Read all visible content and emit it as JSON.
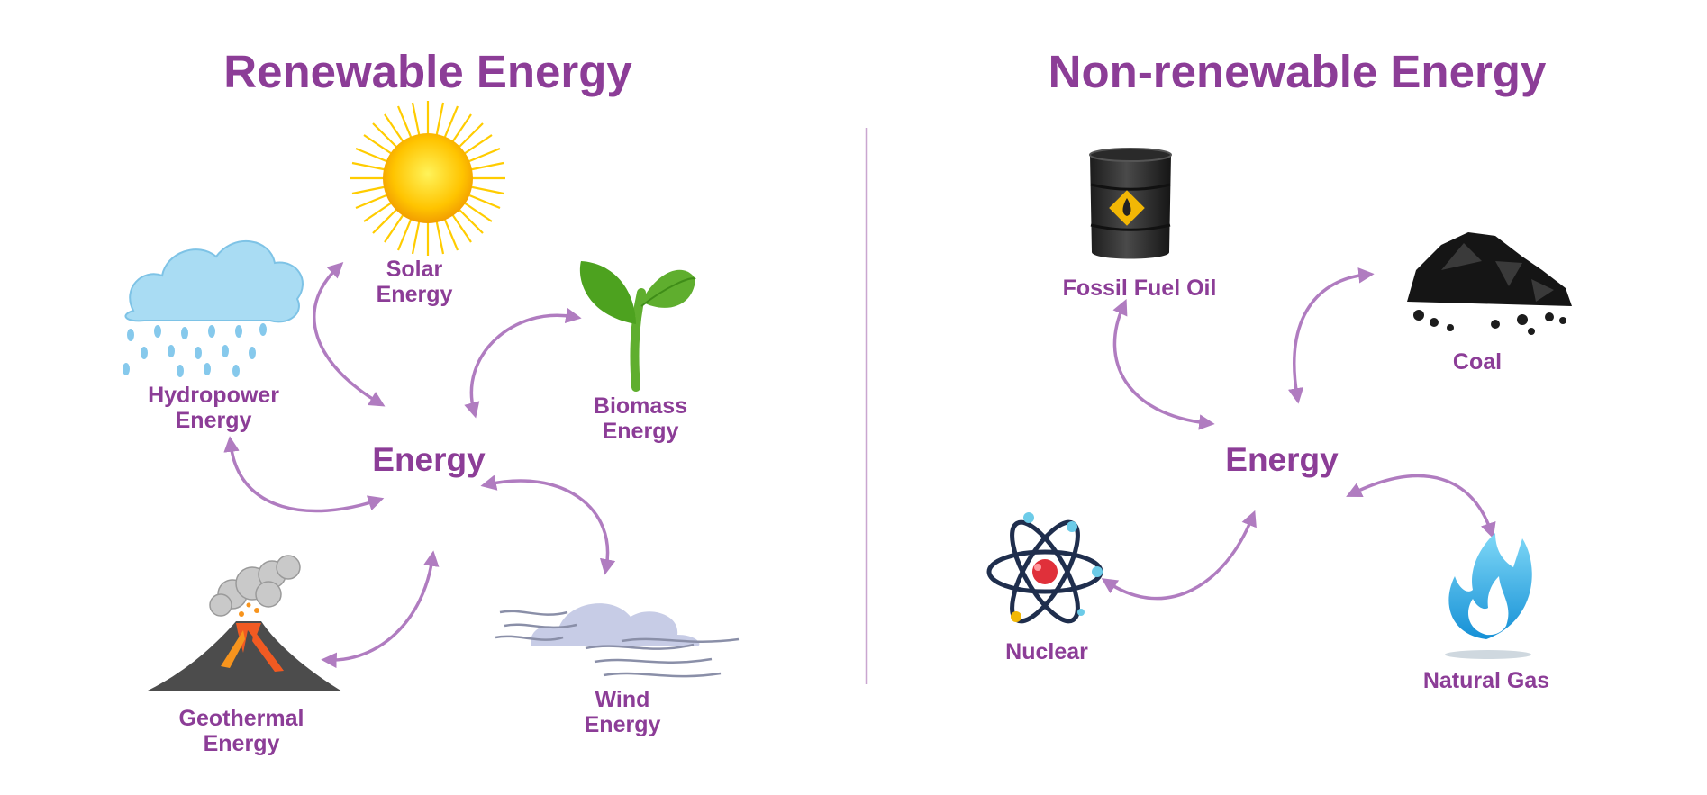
{
  "renewable": {
    "title": "Renewable Energy",
    "center": "Energy",
    "sources": [
      {
        "line1": "Solar",
        "line2": "Energy",
        "icon": "sun-icon"
      },
      {
        "line1": "Hydropower",
        "line2": "Energy",
        "icon": "rain-cloud-icon"
      },
      {
        "line1": "Biomass",
        "line2": "Energy",
        "icon": "plant-sprout-icon"
      },
      {
        "line1": "Geothermal",
        "line2": "Energy",
        "icon": "volcano-icon"
      },
      {
        "line1": "Wind",
        "line2": "Energy",
        "icon": "wind-cloud-icon"
      }
    ]
  },
  "nonrenewable": {
    "title": "Non-renewable Energy",
    "center": "Energy",
    "sources": [
      {
        "label": "Fossil Fuel Oil",
        "icon": "oil-barrel-icon"
      },
      {
        "label": "Coal",
        "icon": "coal-pile-icon"
      },
      {
        "label": "Nuclear",
        "icon": "atom-icon"
      },
      {
        "label": "Natural Gas",
        "icon": "gas-flame-icon"
      }
    ]
  },
  "colors": {
    "accent": "#8c3d97",
    "arrow": "#b07cc0",
    "divider": "#c9a6d0"
  }
}
